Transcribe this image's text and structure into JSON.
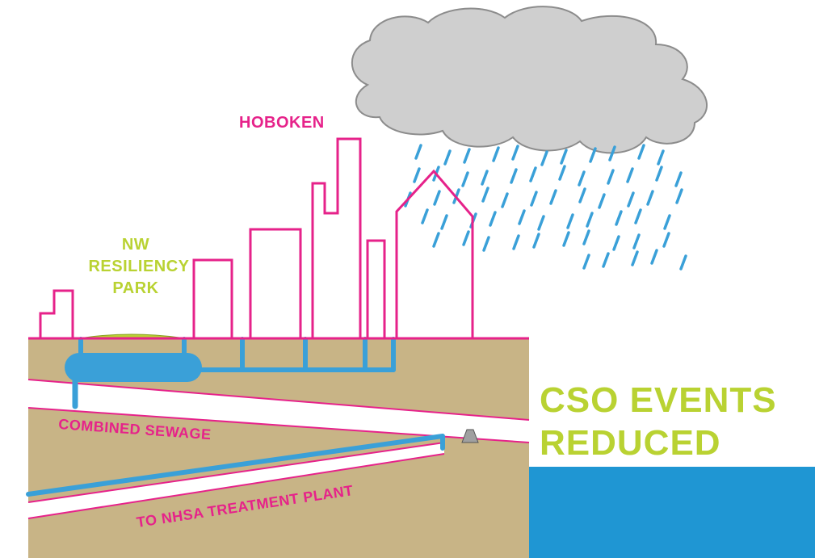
{
  "labels": {
    "city": "HOBOKEN",
    "park_line1": "NW",
    "park_line2": "RESILIENCY",
    "park_line3": "PARK",
    "sewage": "COMBINED SEWAGE",
    "treatment": "TO NHSA TREATMENT PLANT",
    "result_line1": "CSO EVENTS",
    "result_line2": "REDUCED"
  },
  "colors": {
    "buildings": "#e6228a",
    "park_text": "#b9d232",
    "result_text": "#b9d232",
    "soil": "#c8b486",
    "pipes": "#3aa0d8",
    "water": "#1f96d3",
    "cloud": "#cfcfcf",
    "rain": "#3aa0d8"
  }
}
